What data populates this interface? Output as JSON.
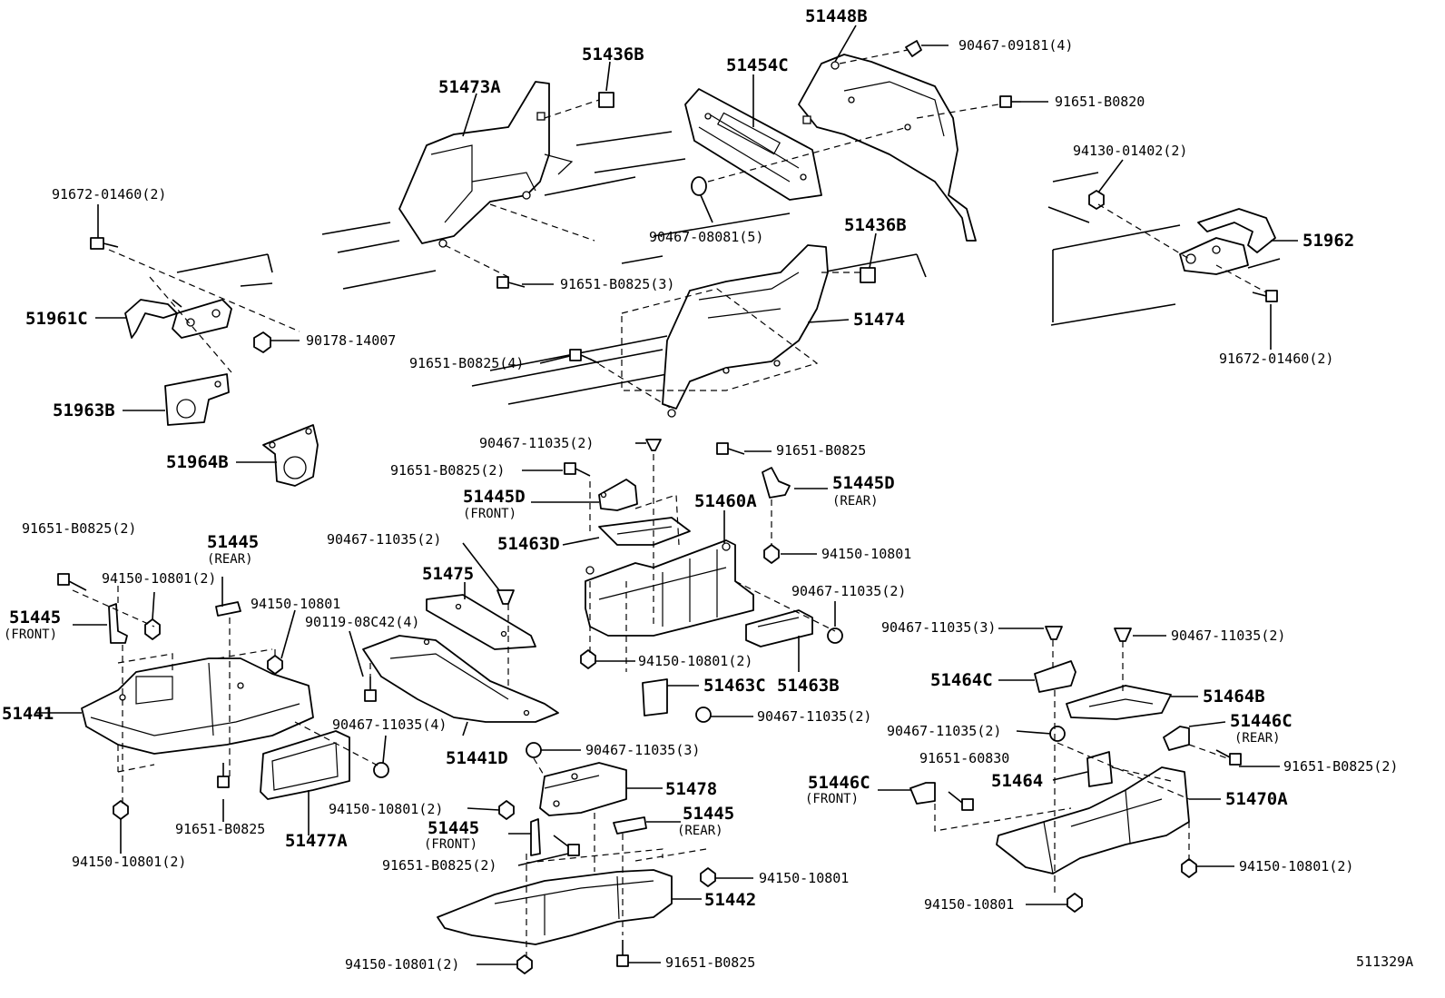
{
  "diagram_id": "511329A",
  "parts": {
    "p51448B": "51448B",
    "p90467_09181": "90467-09181(4)",
    "p51436B_top": "51436B",
    "p51454C": "51454C",
    "p51473A": "51473A",
    "p91651_B0820": "91651-B0820",
    "p94130_01402": "94130-01402(2)",
    "p91672_01460_left": "91672-01460(2)",
    "p90467_08081": "90467-08081(5)",
    "p51436B_mid": "51436B",
    "p51962": "51962",
    "p51961C": "51961C",
    "p91651_B0825_3": "91651-B0825(3)",
    "p90178_14007": "90178-14007",
    "p51474": "51474",
    "p91651_B0825_4": "91651-B0825(4)",
    "p91672_01460_right": "91672-01460(2)",
    "p51963B": "51963B",
    "p51964B": "51964B",
    "p90467_11035_a": "90467-11035(2)",
    "p91651_B0825_b": "91651-B0825",
    "p91651_B0825_2a": "91651-B0825(2)",
    "p51445D_front": "51445D",
    "p51445D_front_note": "(FRONT)",
    "p51445D_rear": "51445D",
    "p51445D_rear_note": "(REAR)",
    "p51460A": "51460A",
    "p91651_B0825_2left": "91651-B0825(2)",
    "p90467_11035_b": "90467-11035(2)",
    "p51463D": "51463D",
    "p94150_10801_a": "94150-10801",
    "p51445_rear": "51445",
    "p51445_rear_note": "(REAR)",
    "p94150_10801_2a": "94150-10801(2)",
    "p51475": "51475",
    "p90467_11035_c": "90467-11035(2)",
    "p94150_10801_b": "94150-10801",
    "p51445_front": "51445",
    "p51445_front_note": "(FRONT)",
    "p90119_08C42": "90119-08C42(4)",
    "p90467_11035_3a": "90467-11035(3)",
    "p90467_11035_d": "90467-11035(2)",
    "p94150_10801_2b": "94150-10801(2)",
    "p51463C": "51463C",
    "p51463B": "51463B",
    "p51464C": "51464C",
    "p51464B": "51464B",
    "p51441": "51441",
    "p90467_11035_e": "90467-11035(2)",
    "p90467_11035_4": "90467-11035(4)",
    "p90467_11035_f": "90467-11035(2)",
    "p51446C_rear": "51446C",
    "p51446C_rear_note": "(REAR)",
    "p51441D": "51441D",
    "p90467_11035_3b": "90467-11035(3)",
    "p91651_60830": "91651-60830",
    "p91651_B0825_2right": "91651-B0825(2)",
    "p51478": "51478",
    "p51464": "51464",
    "p51446C_front": "51446C",
    "p51446C_front_note": "(FRONT)",
    "p51470A": "51470A",
    "p94150_10801_2c": "94150-10801(2)",
    "p51445_r2": "51445",
    "p51445_r2_note": "(REAR)",
    "p91651_B0825_c": "91651-B0825",
    "p51477A": "51477A",
    "p51445_f2": "51445",
    "p51445_f2_note": "(FRONT)",
    "p94150_10801_2d": "94150-10801(2)",
    "p91651_B0825_2b": "91651-B0825(2)",
    "p94150_10801_c": "94150-10801",
    "p94150_10801_2e": "94150-10801(2)",
    "p51442": "51442",
    "p94150_10801_d": "94150-10801",
    "p94150_10801_2f": "94150-10801(2)",
    "p91651_B0825_d": "91651-B0825"
  }
}
